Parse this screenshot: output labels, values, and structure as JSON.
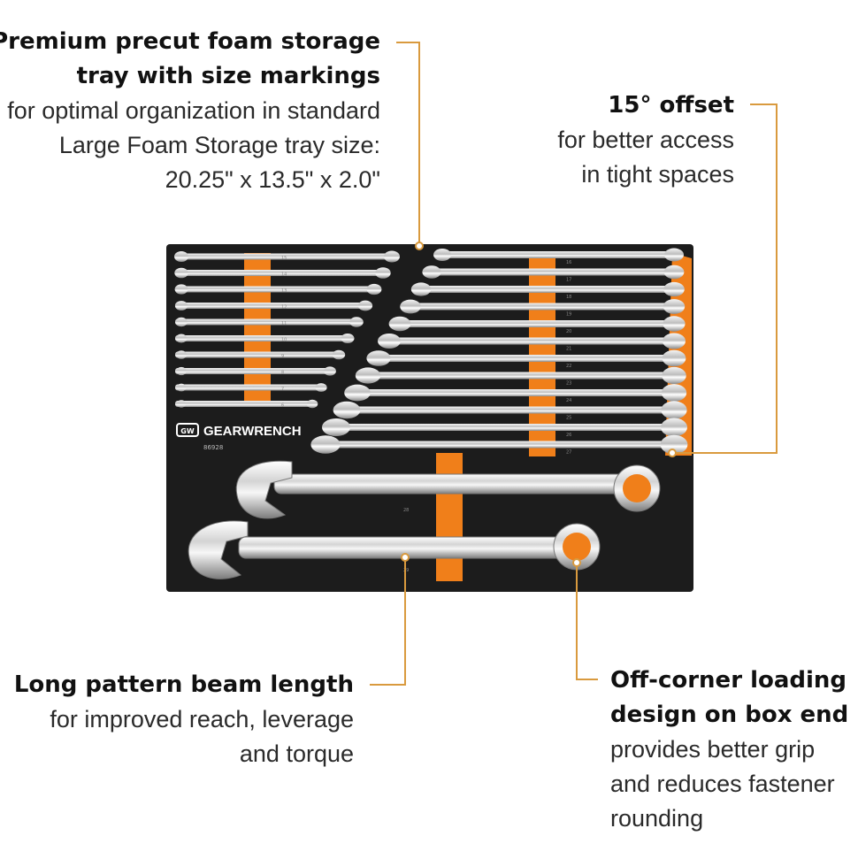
{
  "colors": {
    "accent": "#f07f1a",
    "leader_line": "#d99a3e",
    "foam": "#1c1c1c",
    "text": "#222222"
  },
  "callouts": {
    "foam_tray": {
      "heading": [
        "Premium precut foam storage",
        "tray with size markings"
      ],
      "body": [
        "for optimal organization in standard",
        "Large Foam Storage tray size:",
        "20.25\" x 13.5\" x 2.0\""
      ]
    },
    "offset": {
      "heading": [
        "15° offset"
      ],
      "body": [
        "for better access",
        "in tight spaces"
      ]
    },
    "beam": {
      "heading": [
        "Long pattern beam length"
      ],
      "body": [
        "for improved reach, leverage",
        "and torque"
      ]
    },
    "box_end": {
      "heading": [
        "Off-corner loading",
        "design on box end"
      ],
      "body": [
        "provides better grip",
        "and reduces fastener",
        "rounding"
      ]
    }
  },
  "tray": {
    "brand": "GEARWRENCH",
    "brand_logo": "GW",
    "part_number": "86928",
    "left_sizes": [
      "15",
      "14",
      "13",
      "12",
      "11",
      "10",
      "9",
      "8",
      "7",
      "6"
    ],
    "right_sizes": [
      "16",
      "17",
      "18",
      "19",
      "20",
      "21",
      "22",
      "23",
      "24",
      "25",
      "26",
      "27"
    ],
    "bottom_sizes": [
      "28",
      "29"
    ],
    "icons": [
      "gearwrench-logo-icon",
      "combination-wrench-icon"
    ]
  }
}
